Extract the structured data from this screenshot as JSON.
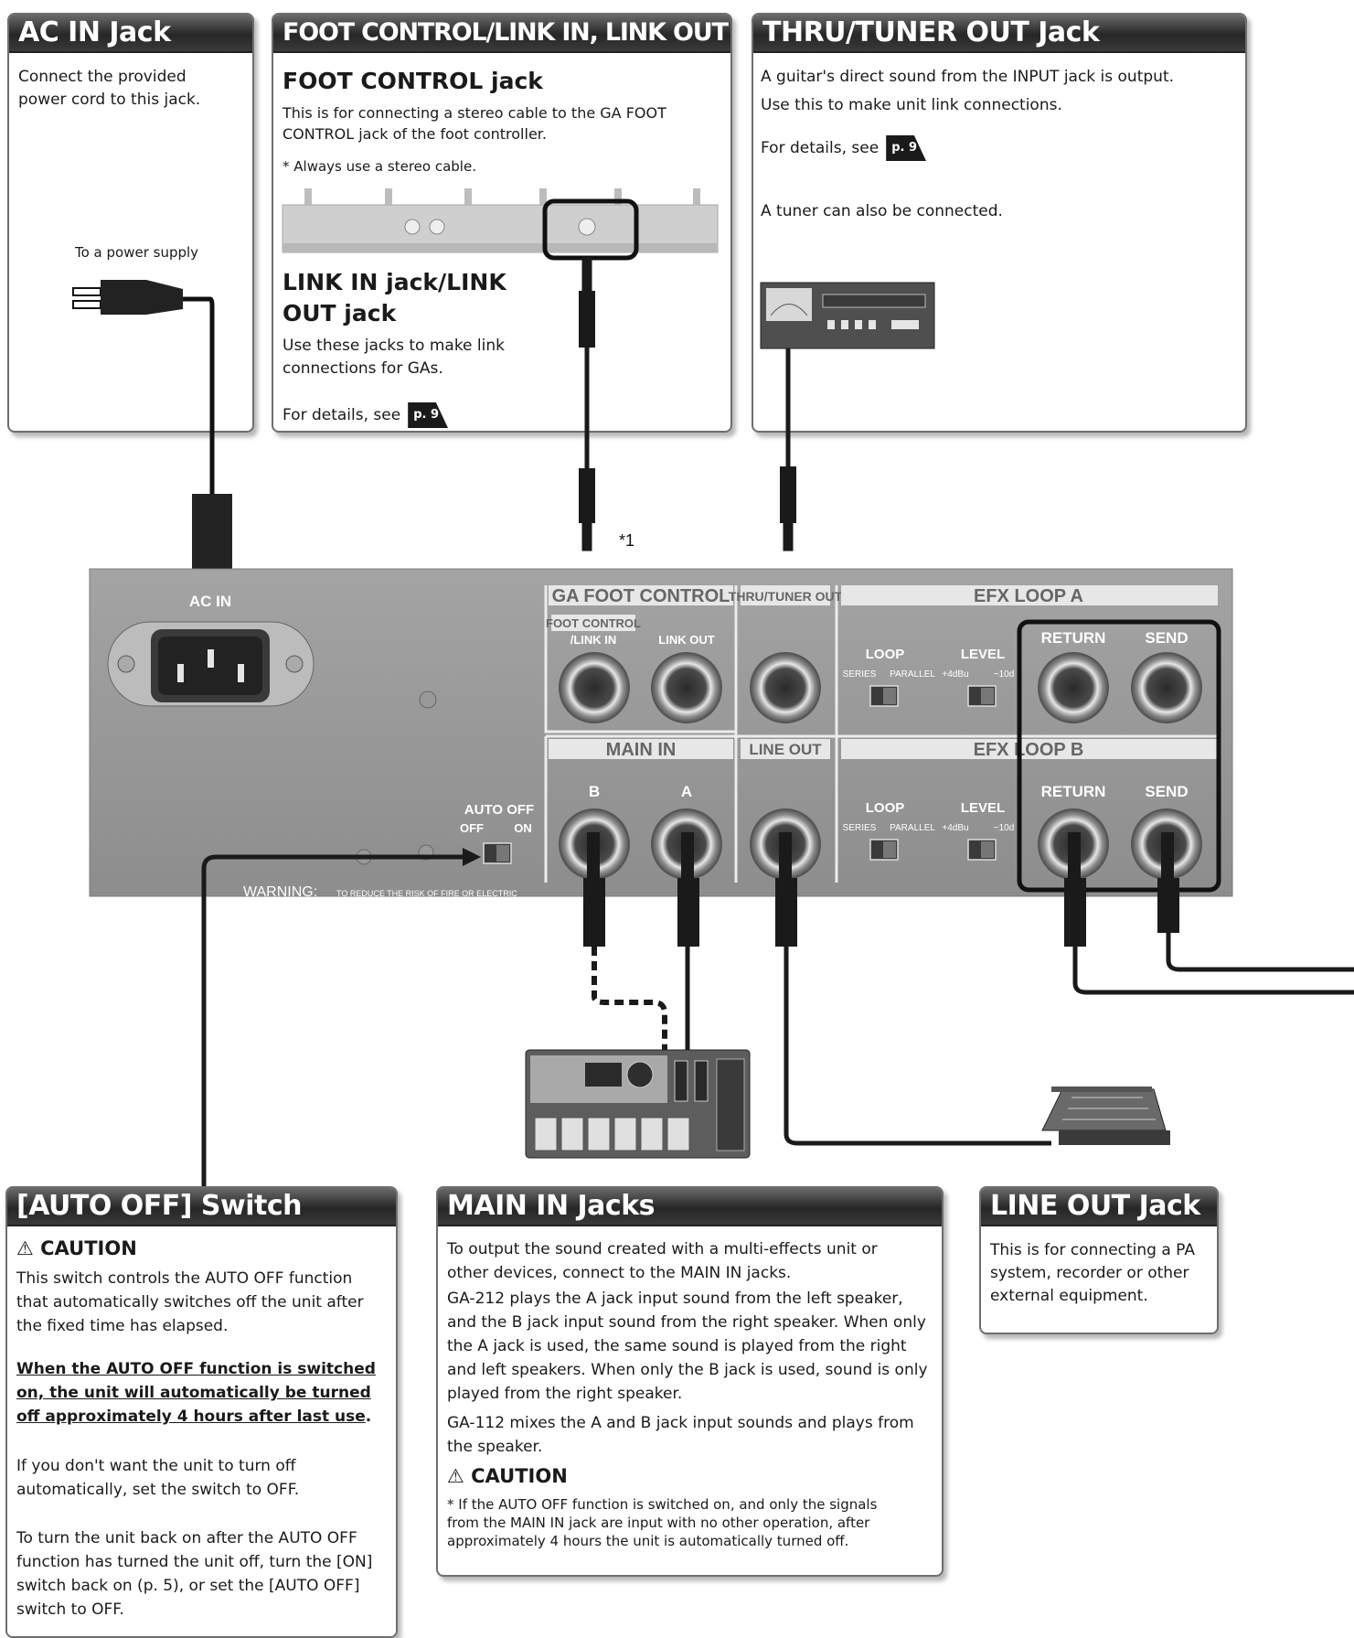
{
  "ac_in_box": {
    "title": "AC IN Jack",
    "text": "Connect the provided power cord to this jack.",
    "power_label": "To a power supply"
  },
  "foot_box": {
    "title": "FOOT CONTROL/LINK IN, LINK OUT Jacks",
    "foot_heading": "FOOT CONTROL jack",
    "foot_text": "This is for connecting a stereo cable to the GA FOOT CONTROL jack of the foot controller.",
    "foot_note": "* Always use a stereo cable.",
    "link_heading": "LINK IN jack/LINK OUT jack",
    "link_text": "Use these jacks to make link connections for GAs.",
    "details_text": "For details, see",
    "details_ref": "p. 9"
  },
  "thru_box": {
    "title": "THRU/TUNER OUT Jack",
    "text1": "A guitar's direct sound from the INPUT jack is output.",
    "text2": "Use this to make unit link connections.",
    "details_text": "For details, see",
    "details_ref": "p. 9",
    "text3": "A tuner can also be connected."
  },
  "note_mark": "*1",
  "panel": {
    "ac_in": "AC IN",
    "ga_foot_control": "GA FOOT CONTROL",
    "foot_control_link_in_1": "FOOT CONTROL",
    "foot_control_link_in_2": "/LINK IN",
    "link_out": "LINK OUT",
    "thru_tuner_out": "THRU/TUNER OUT",
    "efx_loop_a": "EFX LOOP A",
    "efx_loop_b": "EFX LOOP B",
    "main_in": "MAIN IN",
    "line_out": "LINE OUT",
    "b": "B",
    "a": "A",
    "loop": "LOOP",
    "level": "LEVEL",
    "series": "SERIES",
    "parallel": "PARALLEL",
    "plus4": "+4dBu",
    "minus10": "−10d",
    "return": "RETURN",
    "send": "SEND",
    "auto_off": "AUTO OFF",
    "off": "OFF",
    "on": "ON",
    "warning": "WARNING:",
    "warning_text": "TO REDUCE THE RISK OF FIRE OR ELECTRIC"
  },
  "auto_off_box": {
    "title": "[AUTO OFF] Switch",
    "caution": "CAUTION",
    "text1": "This switch controls the AUTO OFF function that automatically switches off the unit after the fixed time has elapsed.",
    "text2": "When the AUTO OFF function is switched on, the unit will automatically be turned off approximately 4 hours after last use",
    "text2_end": ".",
    "text3": "If you don't want the unit to turn off automatically, set the switch to OFF.",
    "text4": "To turn the unit back on after the AUTO OFF function has turned the unit off, turn the [ON] switch back on (p. 5), or set the [AUTO OFF] switch to OFF."
  },
  "main_in_box": {
    "title": "MAIN IN Jacks",
    "text1": "To output the sound created with a multi-effects unit or other devices, connect to the MAIN IN jacks.",
    "text2": "GA-212 plays the A jack input sound from the left speaker, and the B jack input sound from the right speaker. When only the A jack is used, the same sound is played from the right and left speakers. When only the B jack is used, sound is only played from the right speaker.",
    "text3": "GA-112 mixes the A and B jack input sounds and plays from the speaker.",
    "caution": "CAUTION",
    "note": "* If the AUTO OFF function is switched on, and only the signals from the MAIN IN jack are input with no other operation, after approximately 4 hours the unit is automatically turned off."
  },
  "line_out_box": {
    "title": "LINE OUT Jack",
    "text": "This is for connecting a PA system, recorder or other external equipment."
  }
}
